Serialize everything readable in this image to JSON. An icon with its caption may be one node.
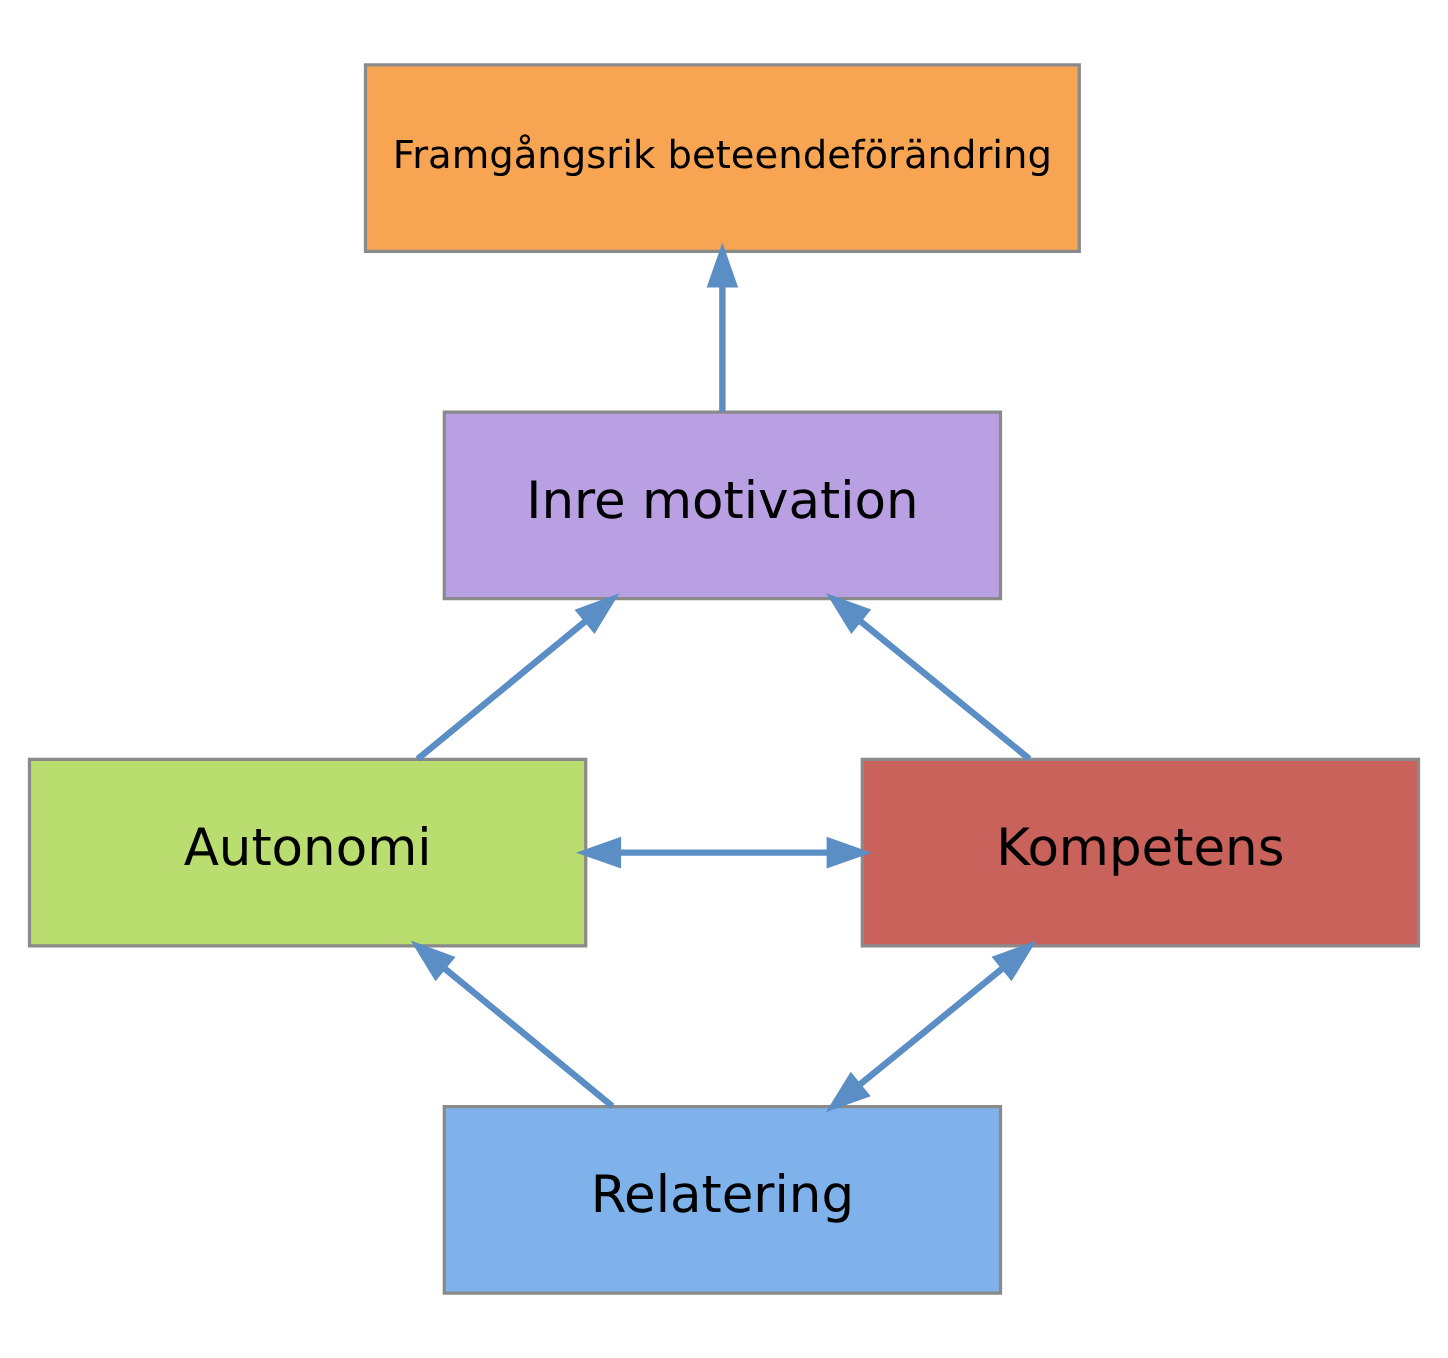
{
  "diagram": {
    "nodes": [
      {
        "text": [
          "Framgångsrik beteendeförändring"
        ]
      },
      {
        "text": [
          "Inre motivation"
        ]
      },
      {
        "text": [
          "Autonomi"
        ]
      },
      {
        "text": [
          "Kompetens"
        ]
      },
      {
        "text": [
          "Relatering"
        ]
      }
    ],
    "edges": [
      {
        "from": 1,
        "to": 0,
        "arrow": "to"
      },
      {
        "from": 2,
        "to": 1,
        "arrow": "to"
      },
      {
        "from": 3,
        "to": 1,
        "arrow": "to"
      },
      {
        "from": 2,
        "to": 3,
        "arrow": "both"
      },
      {
        "from": 4,
        "to": 2,
        "arrow": "to"
      },
      {
        "from": 4,
        "to": 3,
        "arrow": "both"
      }
    ]
  }
}
